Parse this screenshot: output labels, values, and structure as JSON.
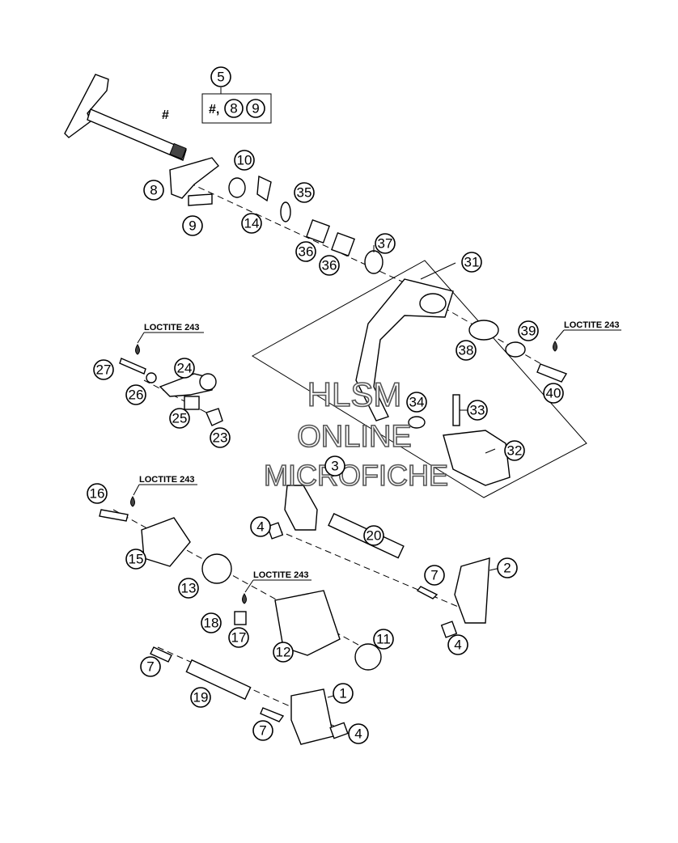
{
  "callouts": {
    "c1": "1",
    "c2": "2",
    "c3": "3",
    "c4a": "4",
    "c4b": "4",
    "c4c": "4",
    "c5": "5",
    "c7a": "7",
    "c7b": "7",
    "c7c": "7",
    "c8": "8",
    "c9": "9",
    "c10": "10",
    "c11": "11",
    "c12": "12",
    "c13": "13",
    "c14": "14",
    "c15": "15",
    "c16": "16",
    "c17": "17",
    "c18": "18",
    "c19": "19",
    "c20": "20",
    "c23": "23",
    "c24": "24",
    "c25": "25",
    "c26": "26",
    "c27": "27",
    "c31": "31",
    "c32": "32",
    "c33": "33",
    "c34": "34",
    "c35": "35",
    "c36a": "36",
    "c36b": "36",
    "c37": "37",
    "c38": "38",
    "c39": "39",
    "c40": "40"
  },
  "kit": {
    "prefix": "#,",
    "item_a": "8",
    "item_b": "9"
  },
  "shaft_marker": "#",
  "loctite": {
    "l1": "LOCTITE 243",
    "l2": "LOCTITE 243",
    "l3": "LOCTITE 243",
    "l4": "LOCTITE 243"
  },
  "watermark": {
    "line1": "HLSM",
    "line2": "ONLINE",
    "line3": "MICROFICHE"
  }
}
